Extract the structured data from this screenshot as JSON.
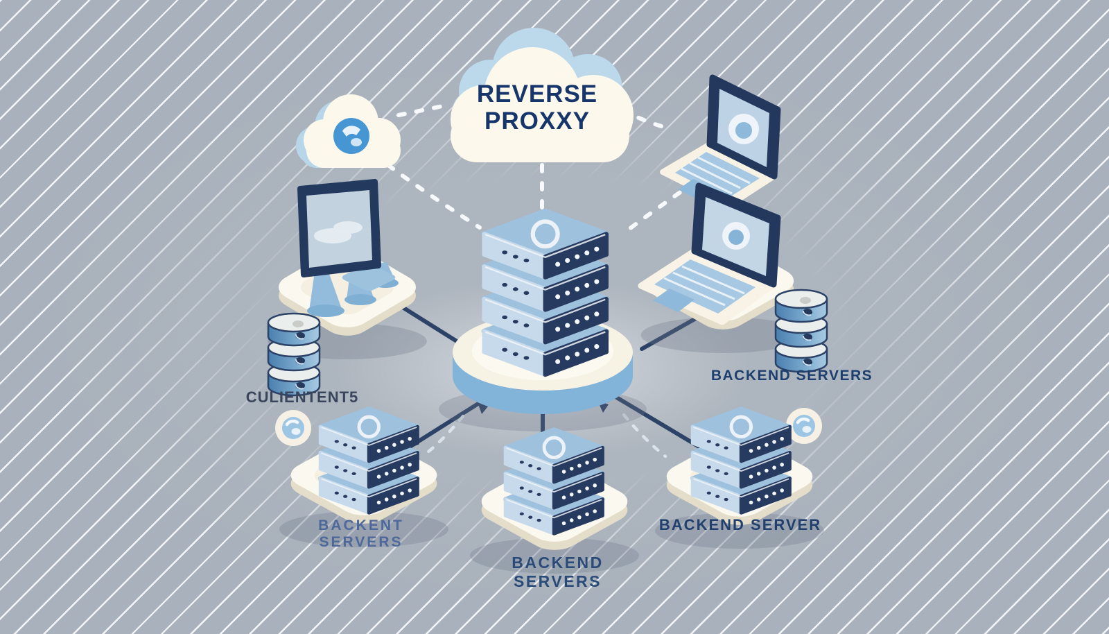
{
  "meta": {
    "description": "Isometric illustration of a reverse proxy architecture: clouds, client devices, a central proxy server stack on a round platform, databases and backend server stacks"
  },
  "palette": {
    "background": "#a9b2bc",
    "background_center": "#adb5be",
    "stripe": "#f6f9fb",
    "navy": "#273b60",
    "navy_text": "#16366b",
    "cream": "#faf5e8",
    "blue_light": "#c6daeb",
    "blue_mid": "#9ec2de",
    "blue_deep": "#5b8fba",
    "screen_blue": "#c2d6e6",
    "line": "#2c4266",
    "white": "#ffffff"
  },
  "labels": {
    "reverse_proxy": "REVERSE PROXXY",
    "clients": "CULIENTENT5",
    "backend_mid_right": "BACKEND SERVERS",
    "backend_bottom_left": "BACKENT SERVERS",
    "backend_bottom_center": "BACKEND SERVERS",
    "backend_bottom_right": "BACKEND SERVER"
  },
  "icons": [
    "globe-icon",
    "power-ring-icon",
    "swirl-badge-icon",
    "pointer-arrow-icon",
    "cloud-icon",
    "server-stack-icon",
    "database-icon",
    "laptop-icon",
    "monitor-icon"
  ],
  "components": [
    "internet-cloud-with-globe",
    "reverse-proxy-cloud",
    "client-laptop-floating",
    "client-laptop-on-platform",
    "client-monitor-on-platform",
    "proxy-server-stack-on-round-platform",
    "database-stack-left",
    "database-stack-right",
    "backend-server-stack-left",
    "backend-server-stack-center",
    "backend-server-stack-right",
    "swirl-badge-left",
    "swirl-badge-right"
  ]
}
